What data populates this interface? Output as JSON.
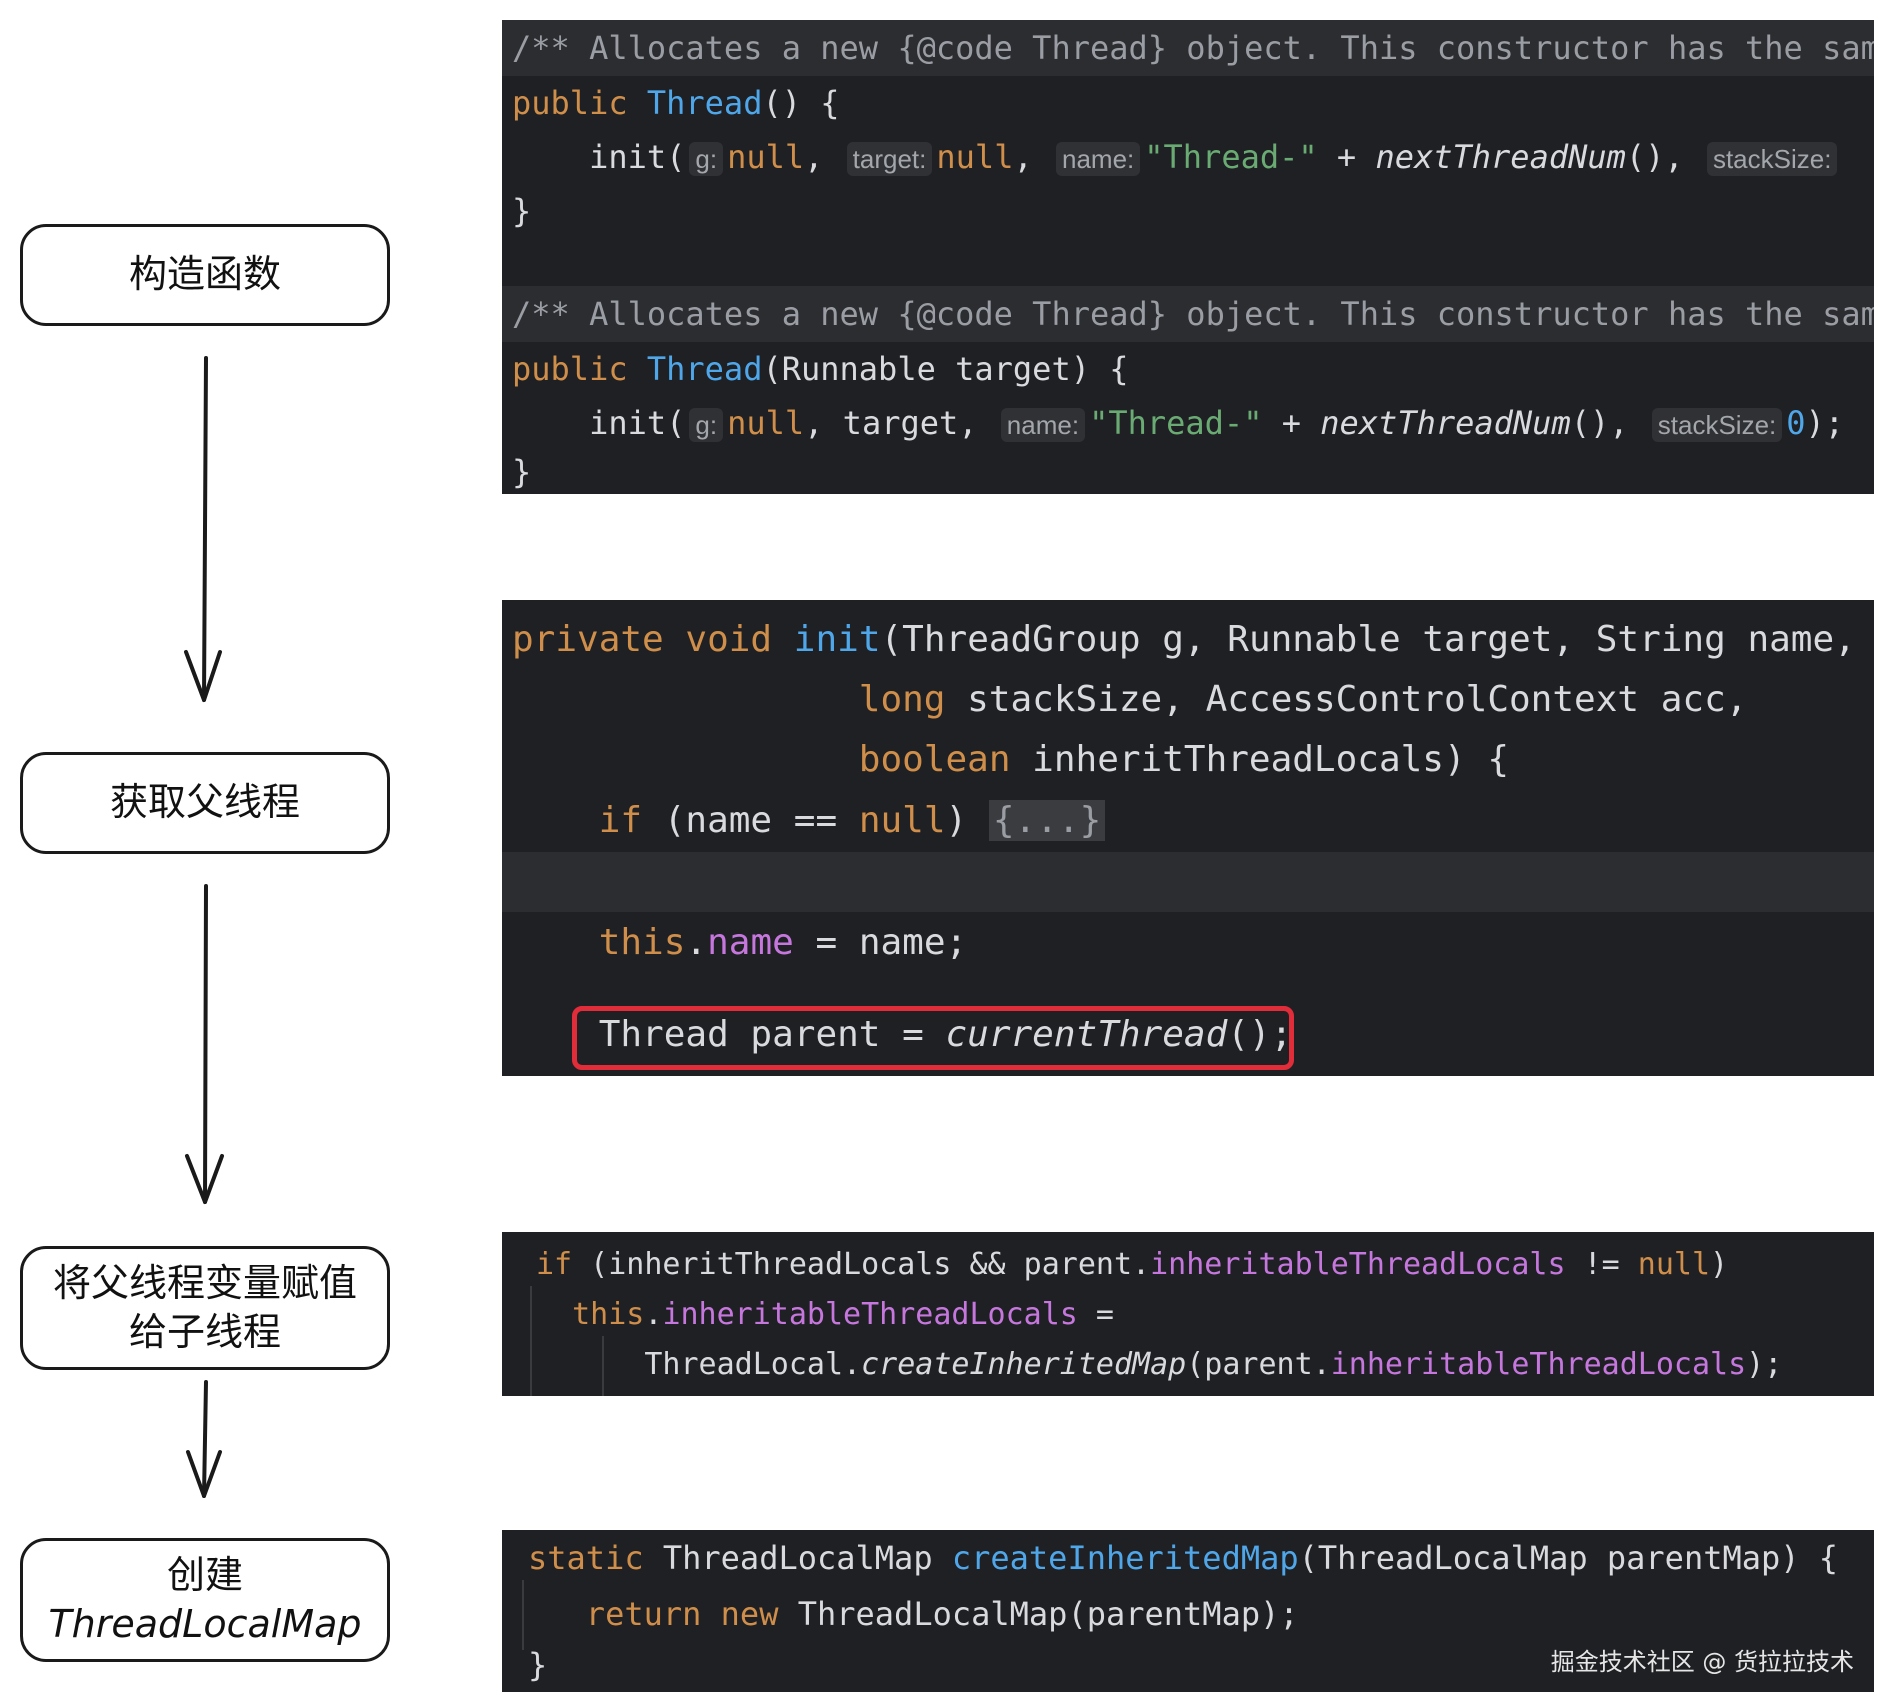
{
  "steps": [
    {
      "label": "构造函数"
    },
    {
      "label": "获取父线程"
    },
    {
      "label_line1": "将父线程变量赋值",
      "label_line2": "给子线程"
    },
    {
      "label_line1": "创建",
      "label_line2": "ThreadLocalMap"
    }
  ],
  "code1": {
    "comment": "/** Allocates a new {@code Thread} object. This constructor has the same",
    "kw_public": "public",
    "fn_thread": "Thread",
    "sig1_rest": "() {",
    "init_open": "init(",
    "hint_g": "g:",
    "v_null": "null",
    "comma": ",",
    "hint_target": "target:",
    "hint_name": "name:",
    "str_thread": "\"Thread-\"",
    "plus": " + ",
    "next_num": "nextThreadNum",
    "parens_comma": "(),",
    "hint_stacksize": "stackSize:",
    "close_brace": "}",
    "sig2_params": "(Runnable target)",
    "open_brace": " {",
    "target_arg": " target, ",
    "zero": "0",
    "end_call": ");"
  },
  "code2": {
    "kw_private": "private",
    "kw_void": "void",
    "fn_init": "init",
    "sig_a": "(ThreadGroup g, Runnable target, String name,",
    "kw_long": "long",
    "sig_b": " stackSize, AccessControlContext acc,",
    "kw_boolean": "boolean",
    "sig_c": " inheritThreadLocals) {",
    "kw_if": "if",
    "cond": " (name == ",
    "kw_null": "null",
    "cond_end": ") ",
    "fold": "{...}",
    "kw_this": "this",
    "dot": ".",
    "fld_name": "name",
    "assign_name": " = name;",
    "parent_decl": "Thread parent = ",
    "current_thread": "currentThread",
    "call_end": "();"
  },
  "code3": {
    "kw_if": "if",
    "cond_a": " (inheritThreadLocals && parent.",
    "fld_itl": "inheritableThreadLocals",
    "cond_b": " != ",
    "kw_null": "null",
    "cond_c": ")",
    "kw_this": "this",
    "dot": ".",
    "assign": " =",
    "tl_class": "ThreadLocal.",
    "create_map": "createInheritedMap",
    "arg_open": "(parent.",
    "arg_close": ");"
  },
  "code4": {
    "kw_static": "static",
    "ret_type": " ThreadLocalMap ",
    "fn_create": "createInheritedMap",
    "params": "(ThreadLocalMap parentMap) {",
    "kw_return": "return",
    "kw_new": "new",
    "new_expr": " ThreadLocalMap(parentMap);",
    "close_brace": "}"
  },
  "watermark": "掘金技术社区 @ 货拉拉技术",
  "colors": {
    "code_bg": "#1f2024",
    "keyword": "#cf8e4a",
    "function": "#4fa7ea",
    "string": "#6aab73",
    "field": "#c677dd",
    "highlight_box": "#e12d39"
  }
}
